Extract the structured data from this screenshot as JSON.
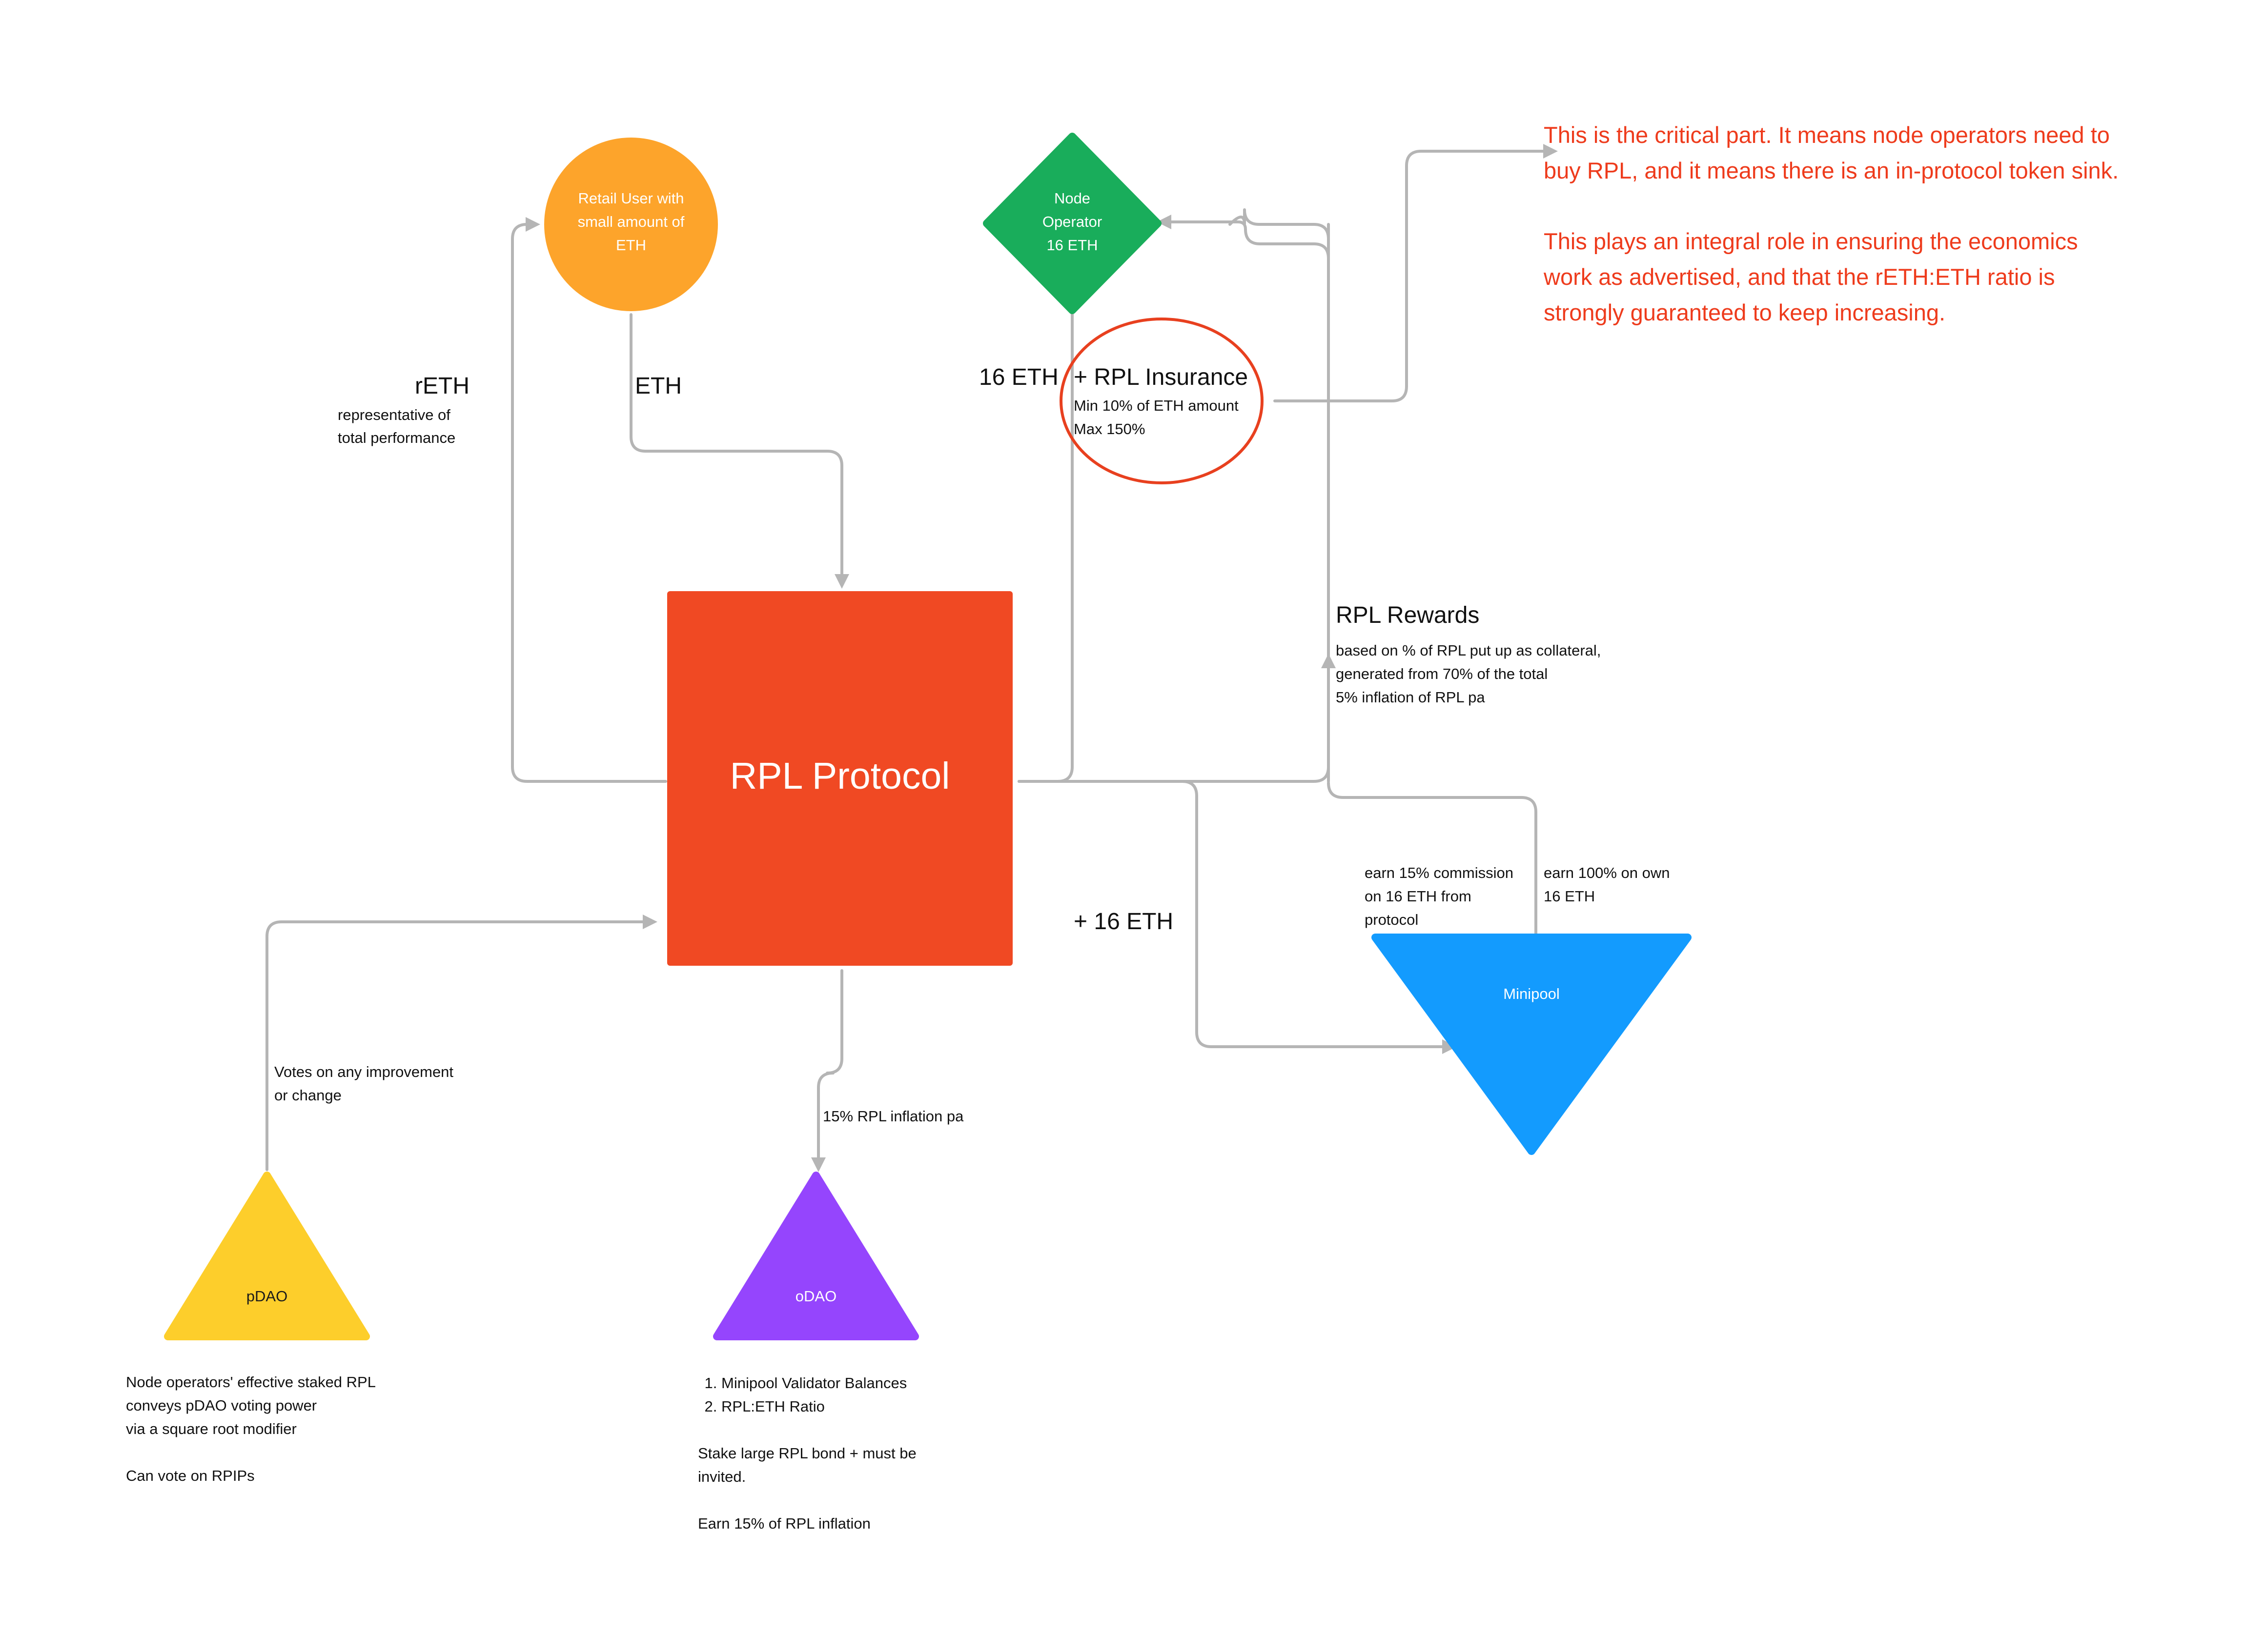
{
  "nodes": {
    "retail_user": {
      "label": "Retail User with\nsmall amount of\nETH",
      "color": "#fda42b"
    },
    "node_operator": {
      "label": "Node\nOperator\n16 ETH",
      "color": "#19ad5b"
    },
    "protocol": {
      "label": "RPL Protocol",
      "color": "#f04923"
    },
    "minipool": {
      "label": "Minipool",
      "color": "#139bfe"
    },
    "pdao": {
      "label": "pDAO",
      "color": "#fdce2b"
    },
    "odao": {
      "label": "oDAO",
      "color": "#9545fd"
    }
  },
  "labels": {
    "reth_title": "rETH",
    "reth_desc": "representative of\ntotal performance",
    "eth": "ETH",
    "node_eth": "16 ETH",
    "insurance_title": "+ RPL Insurance",
    "insurance_desc": "Min 10% of ETH amount\nMax 150%",
    "rewards_title": "RPL Rewards",
    "rewards_desc": "based on % of RPL put up as collateral,\ngenerated from 70% of the total\n5% inflation of RPL pa",
    "plus_16_eth": "+ 16 ETH",
    "commission": "earn 15% commission\non 16 ETH from\nprotocol",
    "own_eth": "earn 100% on own\n16 ETH",
    "votes": "Votes on any improvement\nor change",
    "inflation": "15% RPL inflation pa",
    "pdao_desc": "Node operators' effective staked RPL\nconveys pDAO voting power\nvia a square root modifier\n\nCan vote on RPIPs",
    "odao_items": [
      "Minipool Validator Balances",
      "RPL:ETH Ratio"
    ],
    "odao_desc": "Stake large RPL bond + must be\ninvited.\n\nEarn 15% of RPL inflation"
  },
  "note": {
    "line1": "This is the critical part. It means node operators need to\nbuy RPL, and it means there is an in-protocol token sink.",
    "line2": "This plays an integral role in ensuring the economics\nwork as advertised, and that the rETH:ETH ratio is\nstrongly guaranteed to keep increasing."
  },
  "colors": {
    "connector": "#b5b5b5",
    "highlight_ring": "#e8401f",
    "note_text": "#ee3b1c"
  }
}
